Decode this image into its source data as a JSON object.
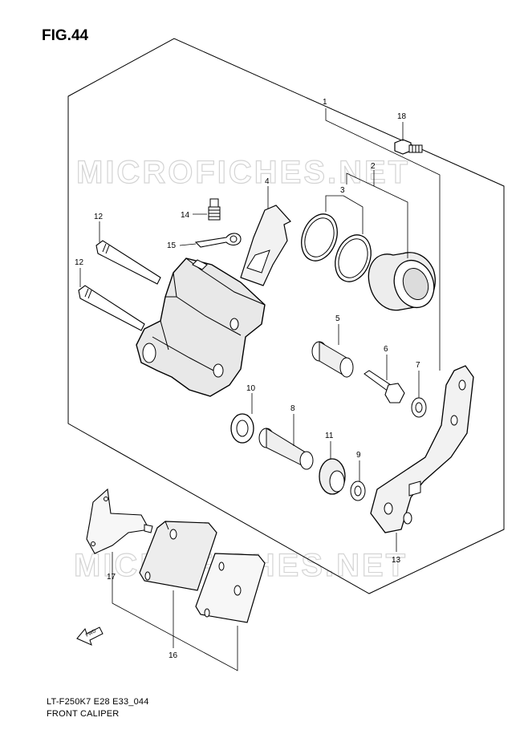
{
  "figure": {
    "title": "FIG.44",
    "code": "LT-F250K7 E28 E33_044",
    "name": "FRONT CALIPER"
  },
  "watermark": "MICROFICHES.NET",
  "direction_arrow": "FWD",
  "callouts": [
    "1",
    "2",
    "3",
    "4",
    "5",
    "6",
    "7",
    "8",
    "9",
    "10",
    "11",
    "12",
    "12",
    "13",
    "14",
    "15",
    "16",
    "17",
    "18"
  ],
  "colors": {
    "ink": "#000000",
    "shade": "#9a9a9a",
    "watermark": "#d4d4d4"
  }
}
